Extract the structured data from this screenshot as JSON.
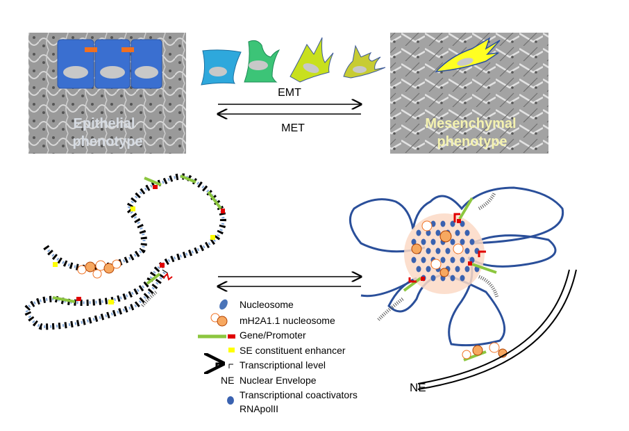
{
  "top": {
    "epithelial_label": [
      "Epithelial",
      "phenotype"
    ],
    "mesenchymal_label": [
      "Mesenchymal",
      "phenotype"
    ],
    "emt_label": "EMT",
    "met_label": "MET"
  },
  "legend": {
    "nucleosome": "Nucleosome",
    "mh2a_nucleosome": "mH2A1.1 nucleosome",
    "gene_promoter": "Gene/Promoter",
    "se_enhancer": "SE constituent enhancer",
    "transcriptional_level": "Transcriptional level",
    "ne_abbrev": "NE",
    "nuclear_envelope": "Nuclear Envelope",
    "coactivators_line1": "Transcriptional coactivators",
    "coactivators_line2": "RNApolII"
  },
  "right": {
    "ne_label": "NE"
  },
  "colors": {
    "epithelial_cell": "#3a6fd0",
    "junction": "#f07020",
    "chromatin_loop": "#2a4f9a",
    "gene": "#8cc63f",
    "promoter": "#e00000",
    "enhancer": "#ffff00",
    "hub": "#fbd9c6"
  }
}
